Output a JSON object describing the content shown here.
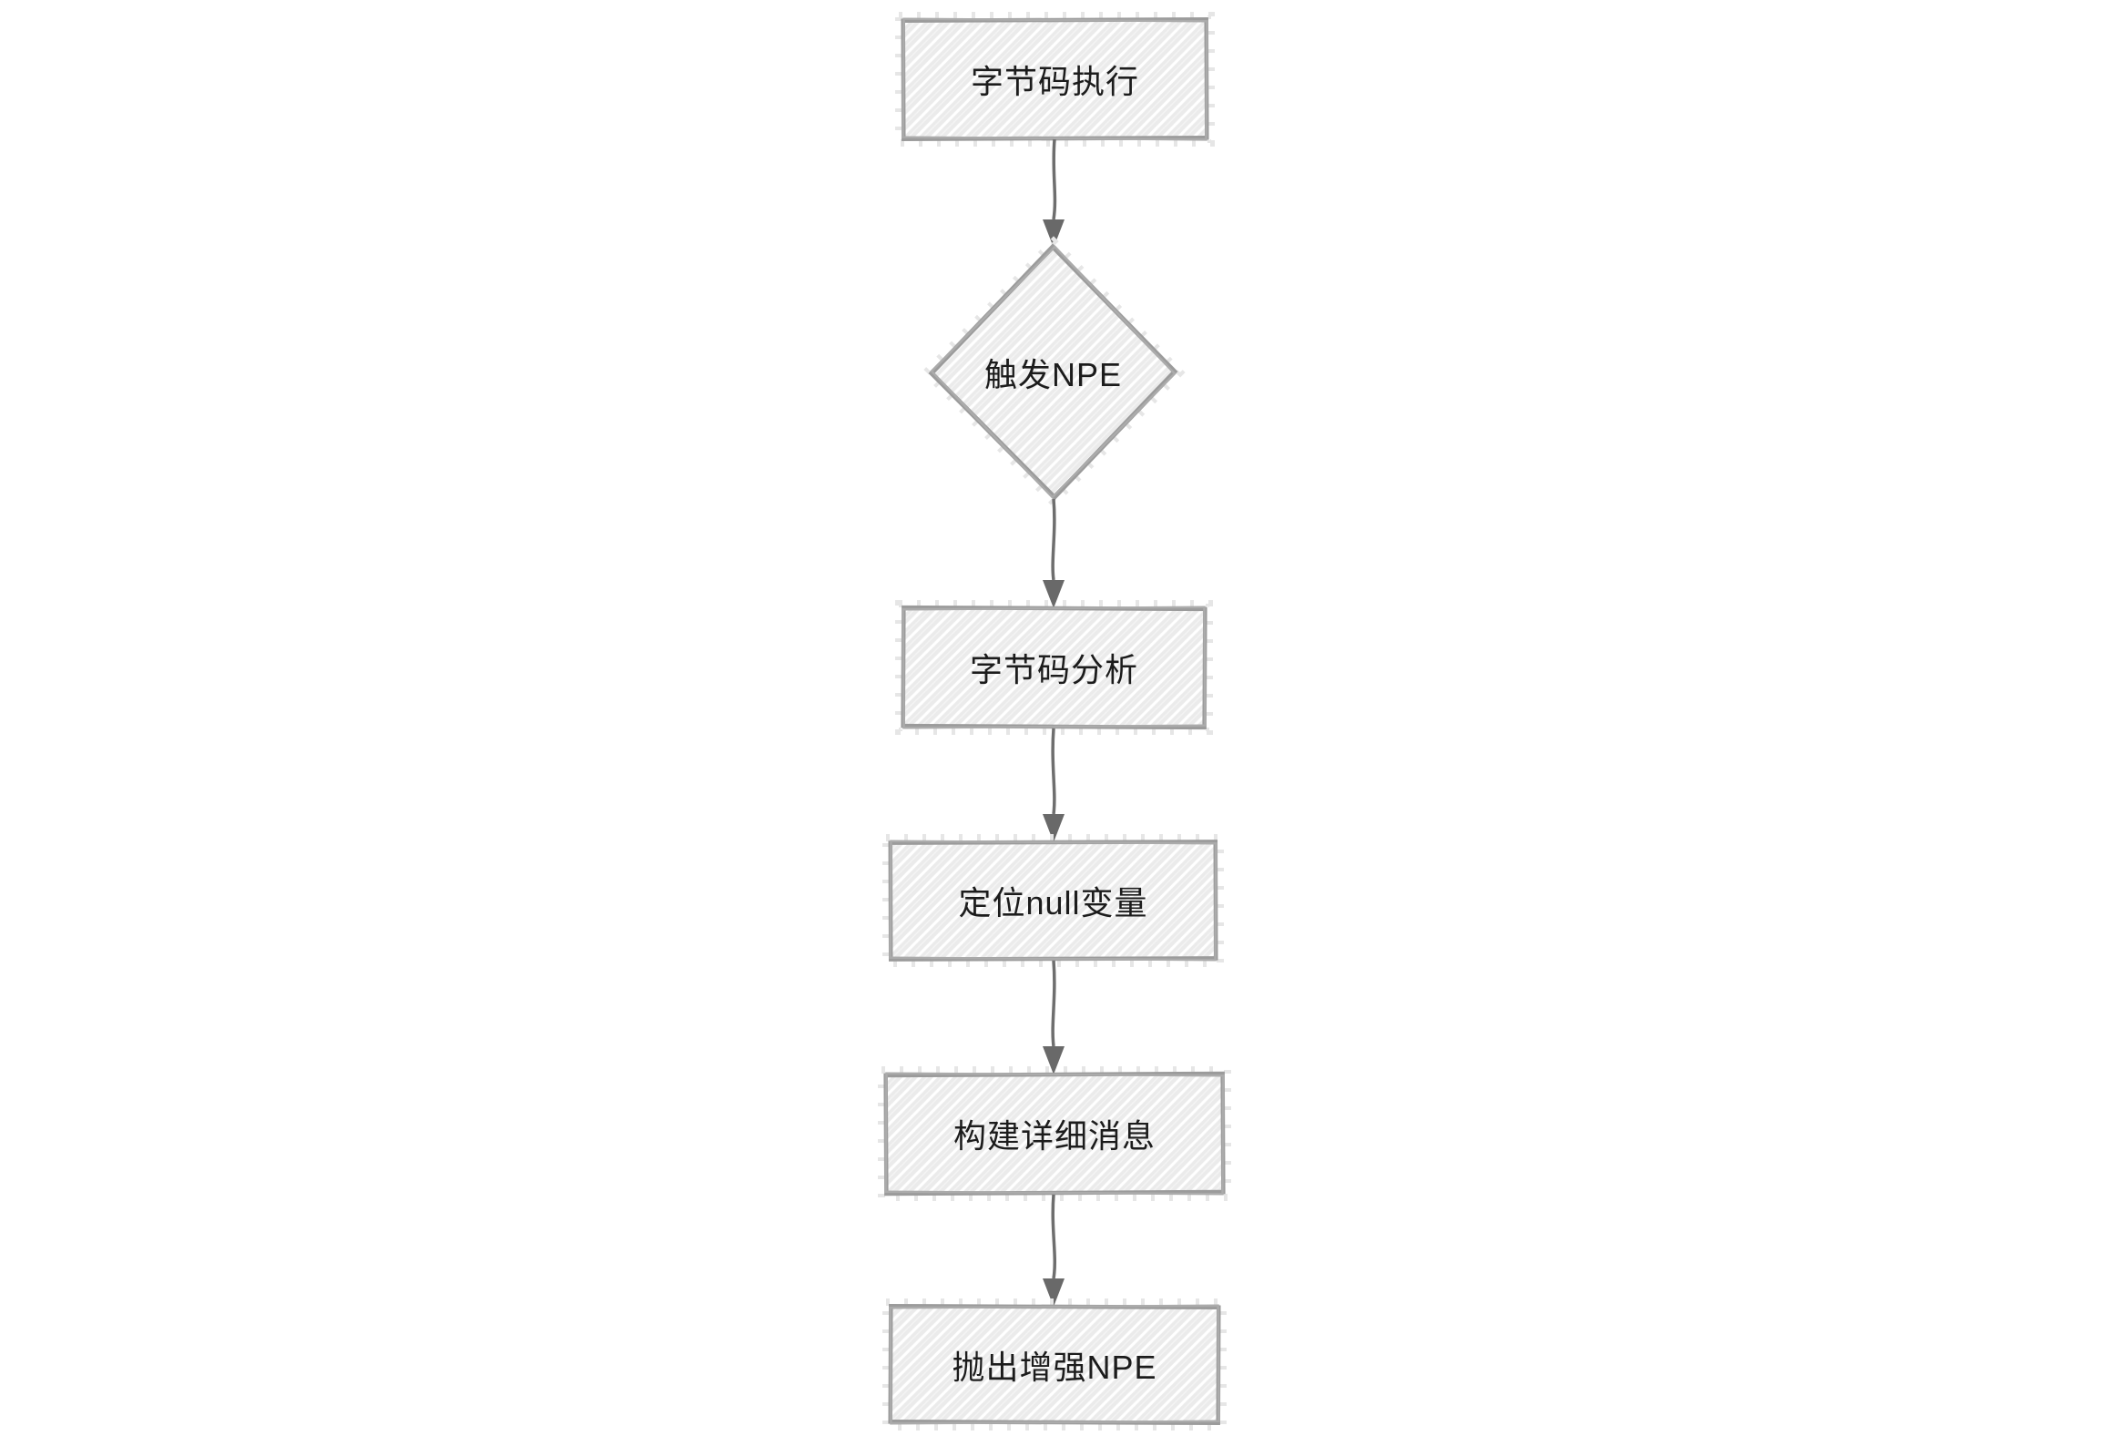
{
  "diagram": {
    "background": "#ffffff",
    "style": {
      "node_fill": "#ebebeb",
      "hatch_line_color": "#ffffff",
      "node_border_color": "#9b9b9b",
      "rough_halo_color": "#e6e6e6",
      "arrow_color": "#6e6e6e",
      "text_color": "#1c1c1c"
    },
    "nodes": [
      {
        "id": "bytecode-execution",
        "type": "process",
        "label": "字节码执行"
      },
      {
        "id": "trigger-npe",
        "type": "decision",
        "label": "触发NPE"
      },
      {
        "id": "bytecode-analysis",
        "type": "process",
        "label": "字节码分析"
      },
      {
        "id": "locate-null-variable",
        "type": "process",
        "label": "定位null变量"
      },
      {
        "id": "build-detailed-message",
        "type": "process",
        "label": "构建详细消息"
      },
      {
        "id": "throw-enhanced-npe",
        "type": "process",
        "label": "抛出增强NPE"
      }
    ],
    "edges": [
      {
        "from": "bytecode-execution",
        "to": "trigger-npe"
      },
      {
        "from": "trigger-npe",
        "to": "bytecode-analysis"
      },
      {
        "from": "bytecode-analysis",
        "to": "locate-null-variable"
      },
      {
        "from": "locate-null-variable",
        "to": "build-detailed-message"
      },
      {
        "from": "build-detailed-message",
        "to": "throw-enhanced-npe"
      }
    ]
  }
}
